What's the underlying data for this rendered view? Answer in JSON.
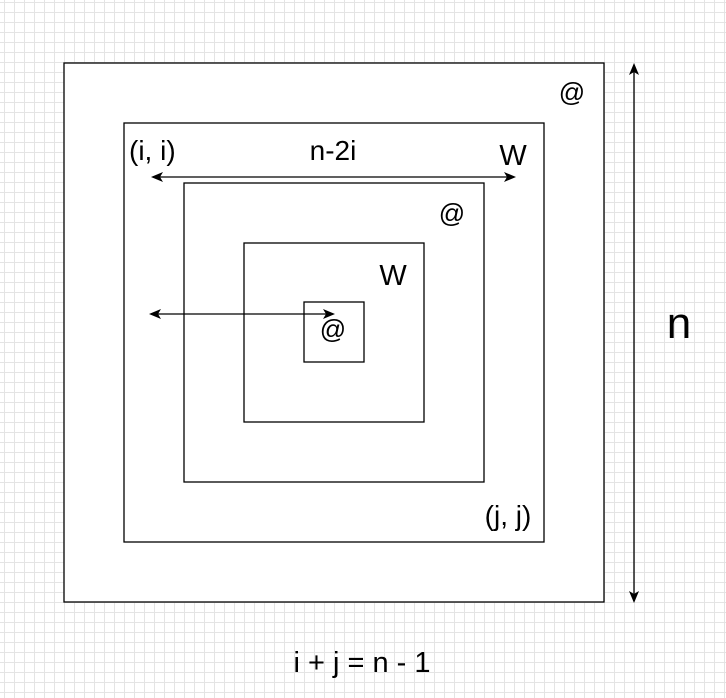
{
  "diagram": {
    "labels": {
      "at_outer": "@",
      "top_left_coord": "(i, i)",
      "width_expr": "n-2i",
      "w_outer": "W",
      "at_middle": "@",
      "w_inner": "W",
      "at_center": "@",
      "bottom_right_coord": "(j, j)",
      "side_length": "n",
      "equation": "i + j = n - 1"
    }
  }
}
